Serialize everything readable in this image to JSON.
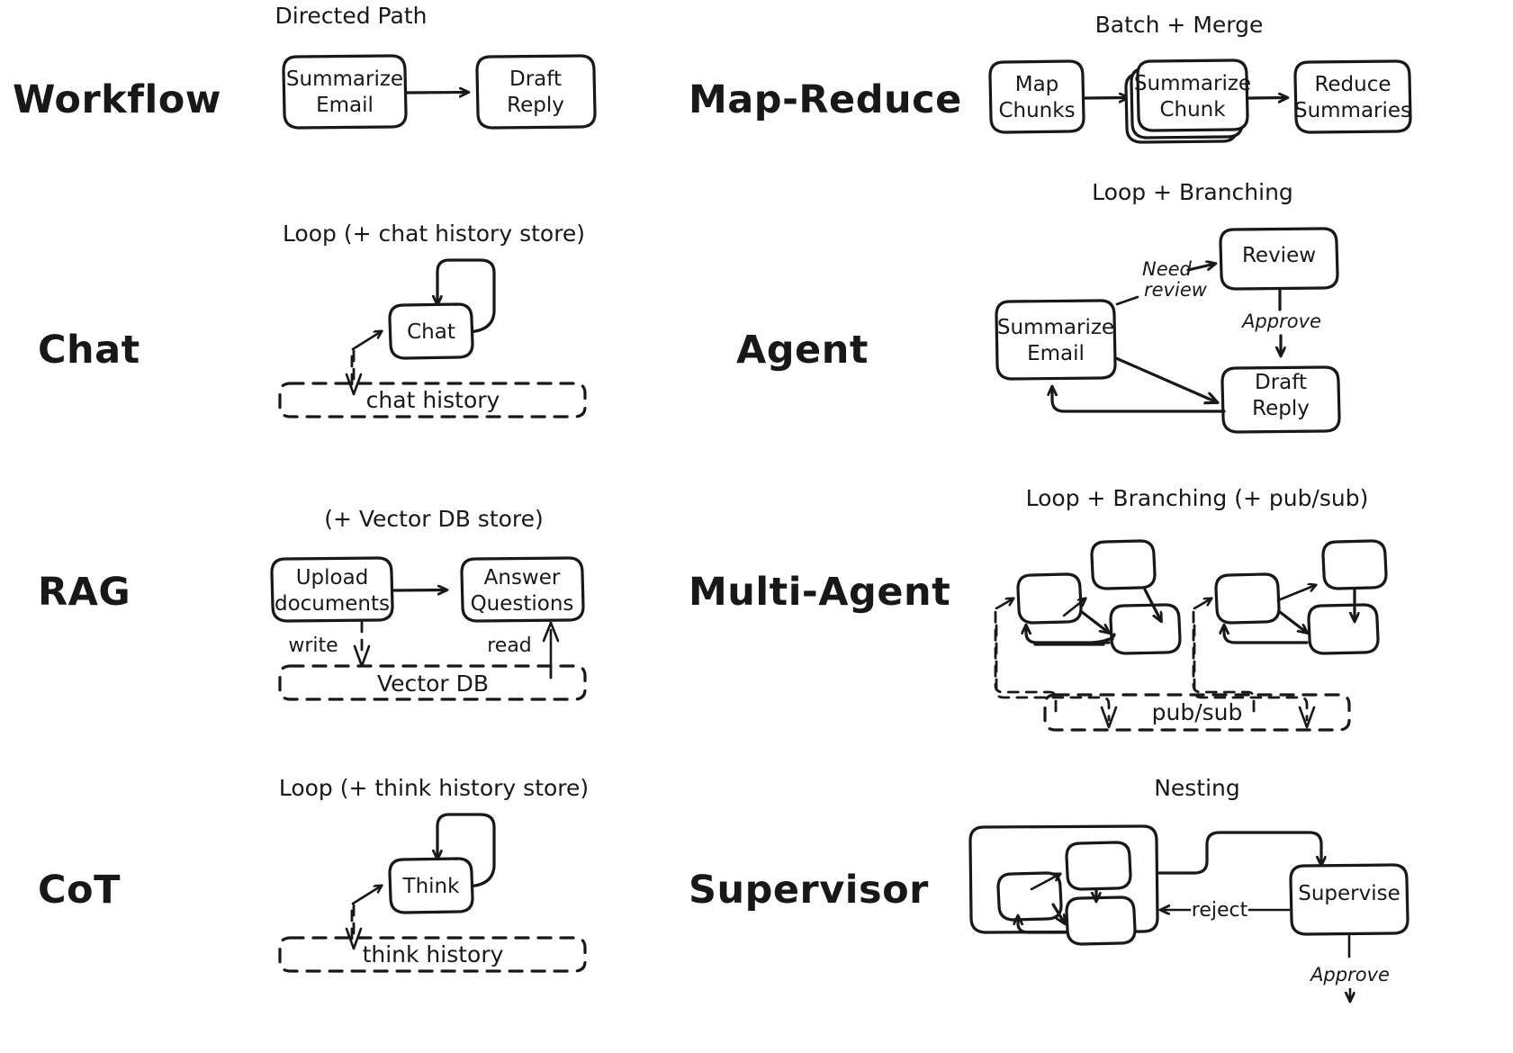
{
  "diagram": {
    "title_present": false,
    "style": "hand-drawn whiteboard sketch",
    "background_color": "#ffffff",
    "ink_color": "#18181b",
    "columns": 2,
    "rows": 4
  },
  "patterns": [
    {
      "id": "workflow",
      "row_label": "Workflow",
      "caption": "Directed Path",
      "nodes": [
        "Summarize Email",
        "Draft Reply"
      ],
      "edge_labels": [],
      "stores": []
    },
    {
      "id": "map-reduce",
      "row_label": "Map-Reduce",
      "caption": "Batch + Merge",
      "nodes": [
        "Map Chunks",
        "Summarize Chunk",
        "Reduce Summaries"
      ],
      "edge_labels": [],
      "stores": []
    },
    {
      "id": "chat",
      "row_label": "Chat",
      "caption": "Loop (+ chat history store)",
      "nodes": [
        "Chat"
      ],
      "edge_labels": [],
      "stores": [
        "chat history"
      ]
    },
    {
      "id": "agent",
      "row_label": "Agent",
      "caption": "Loop + Branching",
      "nodes": [
        "Summarize Email",
        "Review",
        "Draft Reply"
      ],
      "edge_labels": [
        "Need review",
        "Approve"
      ],
      "stores": []
    },
    {
      "id": "rag",
      "row_label": "RAG",
      "caption": "(+ Vector DB store)",
      "nodes": [
        "Upload documents",
        "Answer Questions"
      ],
      "edge_labels": [
        "write",
        "read"
      ],
      "stores": [
        "Vector DB"
      ]
    },
    {
      "id": "multi-agent",
      "row_label": "Multi-Agent",
      "caption": "Loop + Branching (+ pub/sub)",
      "nodes": [],
      "edge_labels": [],
      "stores": [
        "pub/sub"
      ]
    },
    {
      "id": "cot",
      "row_label": "CoT",
      "caption": "Loop (+ think history store)",
      "nodes": [
        "Think"
      ],
      "edge_labels": [],
      "stores": [
        "think history"
      ]
    },
    {
      "id": "supervisor",
      "row_label": "Supervisor",
      "caption": "Nesting",
      "nodes": [
        "Supervise"
      ],
      "edge_labels": [
        "reject",
        "Approve"
      ],
      "stores": []
    }
  ],
  "text": {
    "workflow_label": "Workflow",
    "workflow_caption": "Directed Path",
    "workflow_n1_l1": "Summarize",
    "workflow_n1_l2": "Email",
    "workflow_n2_l1": "Draft",
    "workflow_n2_l2": "Reply",
    "mapreduce_label": "Map-Reduce",
    "mapreduce_caption": "Batch + Merge",
    "mr_n1_l1": "Map",
    "mr_n1_l2": "Chunks",
    "mr_n2_l1": "Summarize",
    "mr_n2_l2": "Chunk",
    "mr_n3_l1": "Reduce",
    "mr_n3_l2": "Summaries",
    "chat_label": "Chat",
    "chat_caption": "Loop (+ chat history store)",
    "chat_node": "Chat",
    "chat_store": "chat history",
    "agent_label": "Agent",
    "agent_caption": "Loop + Branching",
    "agent_n1_l1": "Summarize",
    "agent_n1_l2": "Email",
    "agent_n2": "Review",
    "agent_n3_l1": "Draft",
    "agent_n3_l2": "Reply",
    "agent_e1_l1": "Need",
    "agent_e1_l2": "review",
    "agent_e2": "Approve",
    "rag_label": "RAG",
    "rag_caption": "(+ Vector DB store)",
    "rag_n1_l1": "Upload",
    "rag_n1_l2": "documents",
    "rag_n2_l1": "Answer",
    "rag_n2_l2": "Questions",
    "rag_e_write": "write",
    "rag_e_read": "read",
    "rag_store": "Vector DB",
    "multiagent_label": "Multi-Agent",
    "multiagent_caption": "Loop + Branching (+ pub/sub)",
    "multiagent_store": "pub/sub",
    "cot_label": "CoT",
    "cot_caption": "Loop (+ think history store)",
    "cot_node": "Think",
    "cot_store": "think history",
    "supervisor_label": "Supervisor",
    "supervisor_caption": "Nesting",
    "sup_node": "Supervise",
    "sup_e_reject": "reject",
    "sup_e_approve": "Approve"
  }
}
